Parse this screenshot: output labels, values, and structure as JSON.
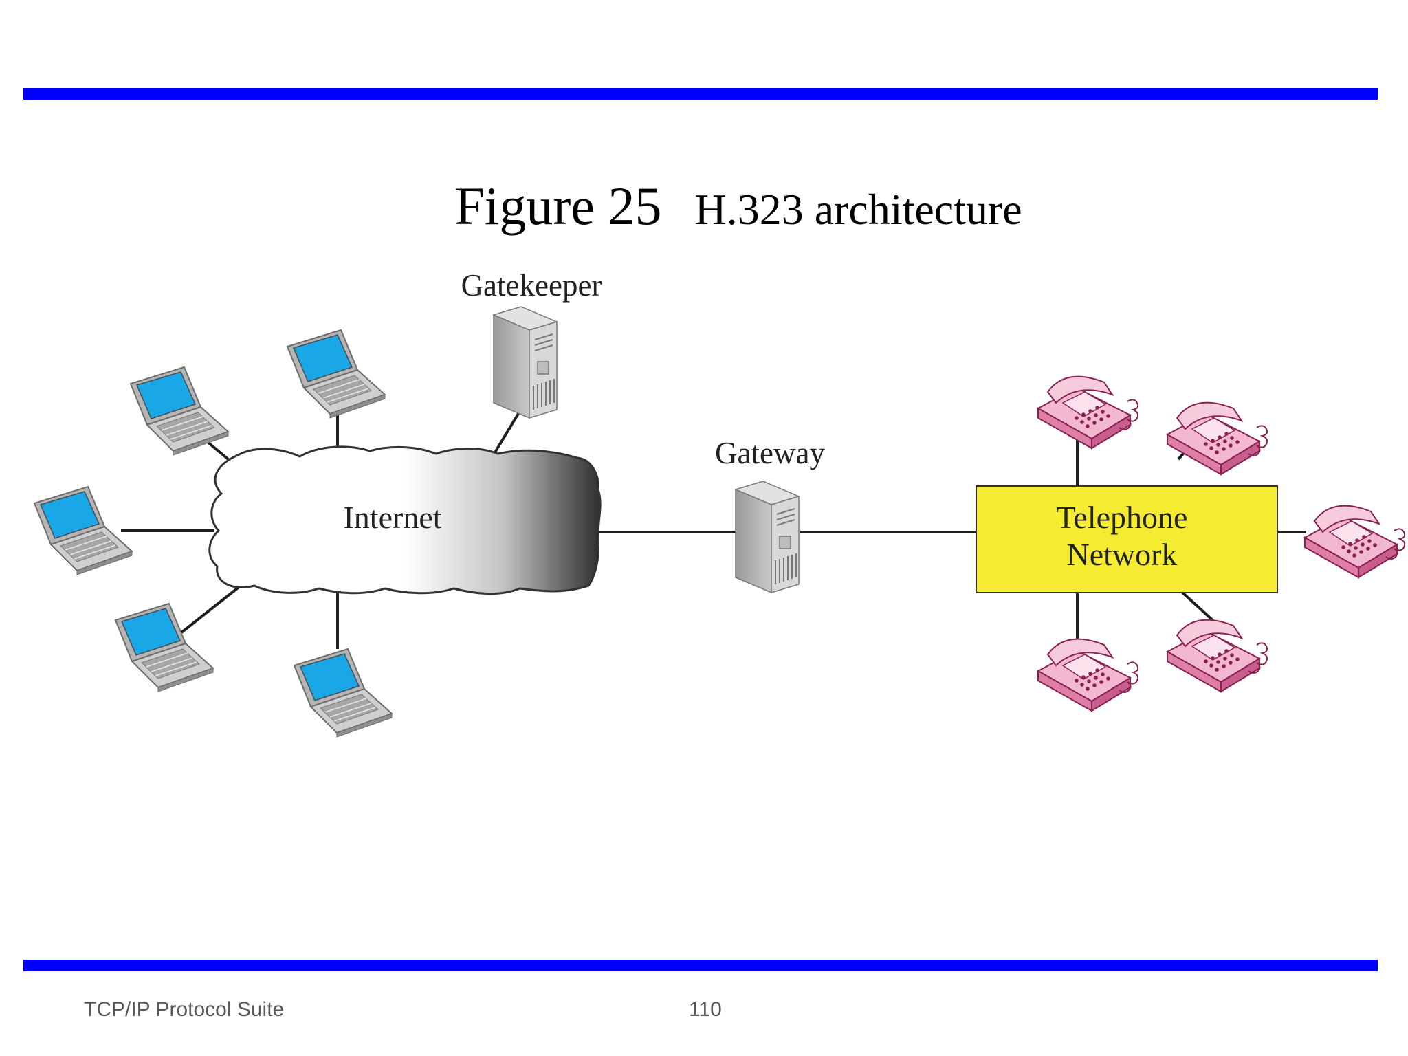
{
  "colors": {
    "rule": "#0000ff",
    "telephone_network_fill": "#f5ec31",
    "laptop_screen": "#1aa7e8",
    "phone_pink": "#f2b8cf"
  },
  "title": {
    "figure_number": "Figure 25",
    "caption": "H.323 architecture"
  },
  "nodes": {
    "gatekeeper": "Gatekeeper",
    "gateway": "Gateway",
    "internet": "Internet",
    "telephone_network_line1": "Telephone",
    "telephone_network_line2": "Network"
  },
  "icons": [
    "laptop-icon",
    "server-icon",
    "telephone-icon",
    "cloud-shape"
  ],
  "footer": {
    "left": "TCP/IP Protocol Suite",
    "page": "110"
  }
}
